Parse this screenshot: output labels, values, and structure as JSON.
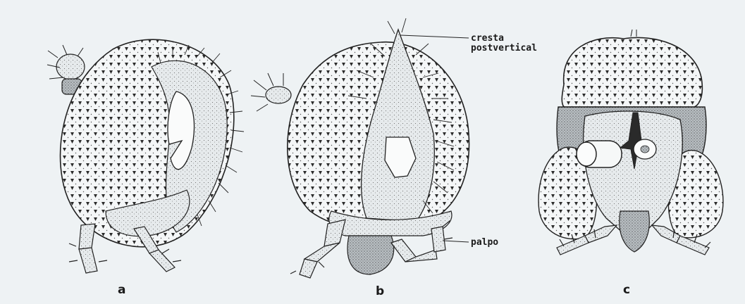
{
  "labels": {
    "cresta_line1": "cresta",
    "cresta_line2": "postvertical",
    "palpo": "palpo"
  },
  "panels": {
    "a": "a",
    "b": "b",
    "c": "c"
  },
  "colors": {
    "background": "#eef2f4",
    "ink": "#1a1a1a"
  }
}
